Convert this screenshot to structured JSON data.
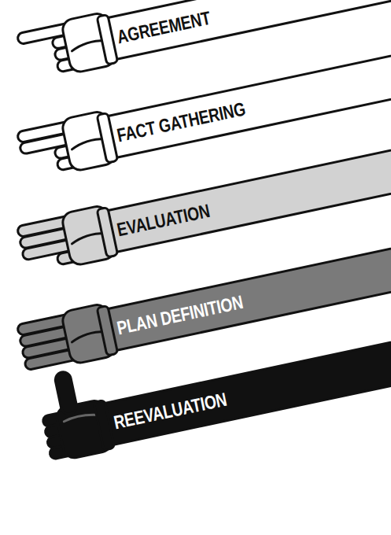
{
  "diagram": {
    "nodes": [
      {
        "text": [
          "AGREEMENT"
        ]
      },
      {
        "text": [
          "FACT GATHERING"
        ]
      },
      {
        "text": [
          "EVALUATION"
        ]
      },
      {
        "text": [
          "PLAN DEFINITION"
        ]
      },
      {
        "text": [
          "REEVALUATION"
        ]
      }
    ]
  }
}
